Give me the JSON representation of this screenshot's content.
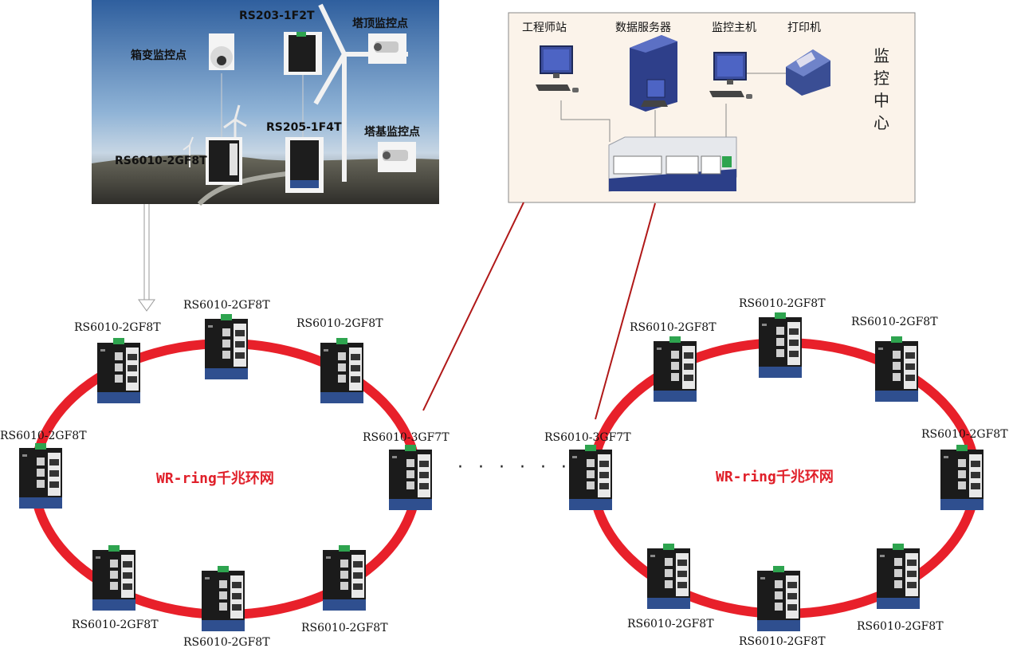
{
  "site_photo": {
    "labels": {
      "box_transformer_camera": "箱变监控点",
      "tower_top_camera": "塔顶监控点",
      "tower_base_camera": "塔基监控点",
      "switch_rs203": "RS203-1F2T",
      "switch_rs205": "RS205-1F4T",
      "switch_rs6010": "RS6010-2GF8T"
    }
  },
  "control_center": {
    "title": "监控中心",
    "devices": {
      "engineer_station": "工程师站",
      "data_server": "数据服务器",
      "monitor_host": "监控主机",
      "printer": "打印机"
    }
  },
  "ring_left": {
    "name": "WR-ring千兆环网",
    "nodes": [
      "RS6010-2GF8T",
      "RS6010-2GF8T",
      "RS6010-2GF8T",
      "RS6010-3GF7T",
      "RS6010-2GF8T",
      "RS6010-2GF8T",
      "RS6010-2GF8T",
      "RS6010-2GF8T"
    ]
  },
  "ring_right": {
    "name": "WR-ring千兆环网",
    "nodes": [
      "RS6010-2GF8T",
      "RS6010-2GF8T",
      "RS6010-2GF8T",
      "RS6010-2GF8T",
      "RS6010-2GF8T",
      "RS6010-2GF8T",
      "RS6010-2GF8T",
      "RS6010-3GF7T"
    ]
  },
  "ellipsis": "· · · · · ·",
  "colors": {
    "ring": "#e8202a",
    "uplink": "#b01818",
    "panel_bg": "#fbf3ea",
    "switch_body": "#1c1c1c",
    "switch_base": "#2f4f8f"
  }
}
